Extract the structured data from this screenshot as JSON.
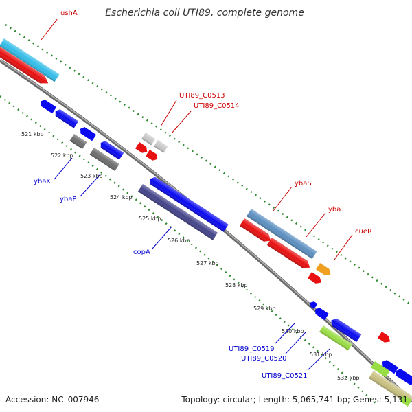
{
  "title": "Escherichia coli UTI89, complete genome",
  "footer": {
    "accession": "Accession: NC_007946",
    "topology": "Topology: circular; Length: 5,065,741 bp; Genes: 5,131"
  },
  "colors": {
    "backbone": "#8a8a8a",
    "dots": "#2f8a2f",
    "forward_label": "#cc0000",
    "reverse_label": "#0000cc"
  },
  "ticks": [
    "521 kbp",
    "522 kbp",
    "523 kbp",
    "524 kbp",
    "525 kbp",
    "526 kbp",
    "527 kbp",
    "528 kbp",
    "529 kbp",
    "530 kbp",
    "531 kbp",
    "532 kbp"
  ],
  "gene_labels_forward": [
    "ushA",
    "UTI89_C0513",
    "UTI89_C0514",
    "ybaS",
    "ybaT",
    "cueR"
  ],
  "gene_labels_reverse": [
    "ybaK",
    "ybaP",
    "copA",
    "UTI89_C0519",
    "UTI89_C0520",
    "UTI89_C0521"
  ]
}
